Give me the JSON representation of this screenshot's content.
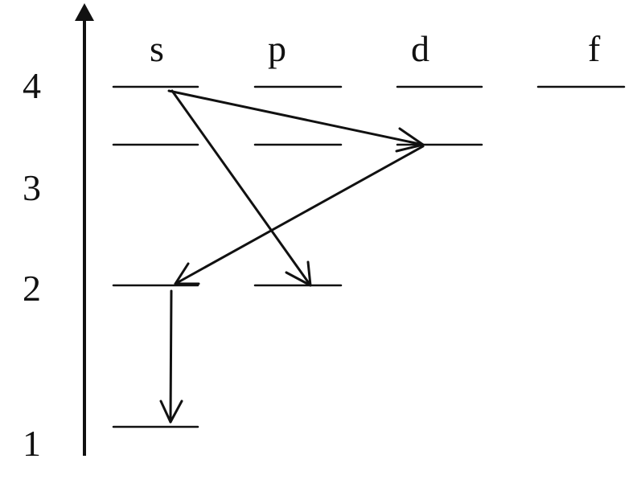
{
  "energy_axis": {
    "level_labels": [
      "1",
      "2",
      "3",
      "4"
    ]
  },
  "subshell_labels": [
    "s",
    "p",
    "d",
    "f"
  ],
  "colors": {
    "ink": "#111111",
    "background": "#ffffff"
  }
}
